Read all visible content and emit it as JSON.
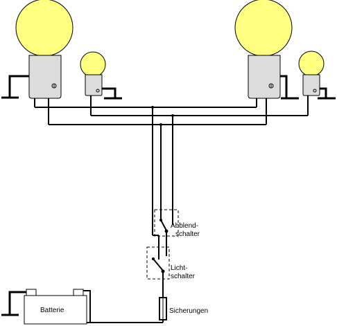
{
  "labels": {
    "dimmer_switch_line1": "Abblend-",
    "dimmer_switch_line2": "schalter",
    "light_switch_line1": "Licht-",
    "light_switch_line2": "schalter",
    "fuses": "Sicherungen",
    "battery": "Batterie"
  },
  "colors": {
    "bulb_glass": "#ffff80",
    "bulb_base": "#dcdcdc",
    "wire": "#000000",
    "background": "#ffffff"
  },
  "icons": {
    "headlight_bulb": "large-bulb-icon",
    "small_bulb": "small-bulb-icon",
    "ground": "ground-symbol-icon"
  }
}
